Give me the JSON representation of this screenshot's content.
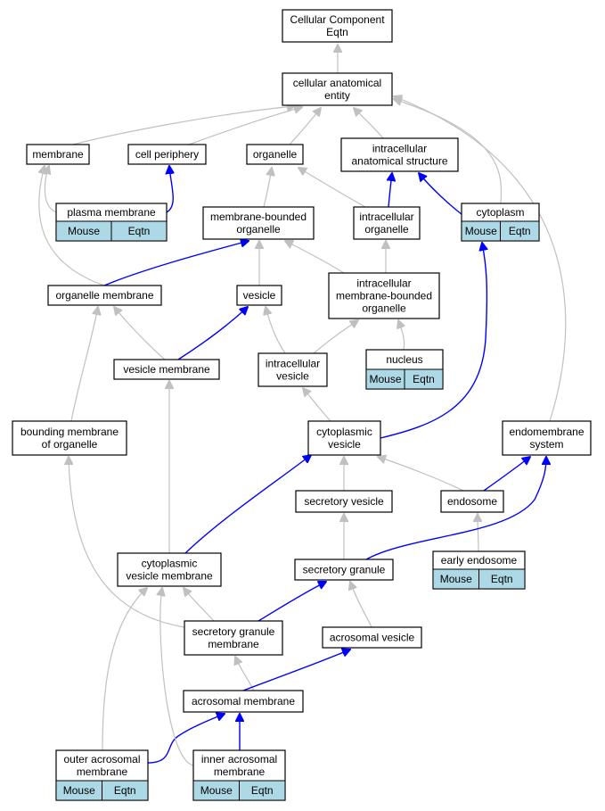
{
  "diagram": {
    "nodes": {
      "root": {
        "lines": [
          "Cellular Component",
          "Eqtn"
        ]
      },
      "cae": {
        "lines": [
          "cellular anatomical",
          "entity"
        ]
      },
      "membrane": {
        "lines": [
          "membrane"
        ]
      },
      "cell_periphery": {
        "lines": [
          "cell periphery"
        ]
      },
      "organelle": {
        "lines": [
          "organelle"
        ]
      },
      "ias": {
        "lines": [
          "intracellular",
          "anatomical structure"
        ]
      },
      "plasma_membrane": {
        "lines": [
          "plasma membrane"
        ],
        "links": [
          "Mouse",
          "Eqtn"
        ]
      },
      "mbo": {
        "lines": [
          "membrane-bounded",
          "organelle"
        ]
      },
      "io": {
        "lines": [
          "intracellular",
          "organelle"
        ]
      },
      "cytoplasm": {
        "lines": [
          "cytoplasm"
        ],
        "links": [
          "Mouse",
          "Eqtn"
        ]
      },
      "organelle_membrane": {
        "lines": [
          "organelle membrane"
        ]
      },
      "vesicle": {
        "lines": [
          "vesicle"
        ]
      },
      "imbo": {
        "lines": [
          "intracellular",
          "membrane-bounded",
          "organelle"
        ]
      },
      "vesicle_membrane": {
        "lines": [
          "vesicle membrane"
        ]
      },
      "iv": {
        "lines": [
          "intracellular",
          "vesicle"
        ]
      },
      "nucleus": {
        "lines": [
          "nucleus"
        ],
        "links": [
          "Mouse",
          "Eqtn"
        ]
      },
      "bmo": {
        "lines": [
          "bounding membrane",
          "of organelle"
        ]
      },
      "cv": {
        "lines": [
          "cytoplasmic",
          "vesicle"
        ]
      },
      "es": {
        "lines": [
          "endomembrane",
          "system"
        ]
      },
      "sv": {
        "lines": [
          "secretory vesicle"
        ]
      },
      "endosome": {
        "lines": [
          "endosome"
        ]
      },
      "cvm": {
        "lines": [
          "cytoplasmic",
          "vesicle membrane"
        ]
      },
      "sg": {
        "lines": [
          "secretory granule"
        ]
      },
      "ee": {
        "lines": [
          "early endosome"
        ],
        "links": [
          "Mouse",
          "Eqtn"
        ]
      },
      "sgm": {
        "lines": [
          "secretory granule",
          "membrane"
        ]
      },
      "av": {
        "lines": [
          "acrosomal vesicle"
        ]
      },
      "am": {
        "lines": [
          "acrosomal membrane"
        ]
      },
      "oam": {
        "lines": [
          "outer acrosomal",
          "membrane"
        ],
        "links": [
          "Mouse",
          "Eqtn"
        ]
      },
      "iam": {
        "lines": [
          "inner acrosomal",
          "membrane"
        ],
        "links": [
          "Mouse",
          "Eqtn"
        ]
      }
    },
    "edges": [
      {
        "from": "cae",
        "to": "root",
        "kind": "is_a"
      },
      {
        "from": "membrane",
        "to": "cae",
        "kind": "is_a"
      },
      {
        "from": "cell_periphery",
        "to": "cae",
        "kind": "is_a"
      },
      {
        "from": "organelle",
        "to": "cae",
        "kind": "is_a"
      },
      {
        "from": "ias",
        "to": "cae",
        "kind": "is_a"
      },
      {
        "from": "cytoplasm",
        "to": "cae",
        "kind": "is_a"
      },
      {
        "from": "es",
        "to": "cae",
        "kind": "is_a"
      },
      {
        "from": "plasma_membrane",
        "to": "membrane",
        "kind": "is_a"
      },
      {
        "from": "plasma_membrane",
        "to": "cell_periphery",
        "kind": "part_of"
      },
      {
        "from": "mbo",
        "to": "organelle",
        "kind": "is_a"
      },
      {
        "from": "io",
        "to": "organelle",
        "kind": "is_a"
      },
      {
        "from": "io",
        "to": "ias",
        "kind": "part_of"
      },
      {
        "from": "cytoplasm",
        "to": "ias",
        "kind": "part_of"
      },
      {
        "from": "organelle_membrane",
        "to": "membrane",
        "kind": "is_a"
      },
      {
        "from": "organelle_membrane",
        "to": "mbo",
        "kind": "part_of"
      },
      {
        "from": "vesicle",
        "to": "mbo",
        "kind": "is_a"
      },
      {
        "from": "imbo",
        "to": "mbo",
        "kind": "is_a"
      },
      {
        "from": "imbo",
        "to": "io",
        "kind": "is_a"
      },
      {
        "from": "vesicle_membrane",
        "to": "organelle_membrane",
        "kind": "is_a"
      },
      {
        "from": "vesicle_membrane",
        "to": "vesicle",
        "kind": "part_of"
      },
      {
        "from": "iv",
        "to": "vesicle",
        "kind": "is_a"
      },
      {
        "from": "iv",
        "to": "imbo",
        "kind": "is_a"
      },
      {
        "from": "nucleus",
        "to": "imbo",
        "kind": "is_a"
      },
      {
        "from": "bmo",
        "to": "organelle_membrane",
        "kind": "is_a"
      },
      {
        "from": "cv",
        "to": "iv",
        "kind": "is_a"
      },
      {
        "from": "cv",
        "to": "cytoplasm",
        "kind": "part_of"
      },
      {
        "from": "sv",
        "to": "cv",
        "kind": "is_a"
      },
      {
        "from": "endosome",
        "to": "cv",
        "kind": "is_a"
      },
      {
        "from": "endosome",
        "to": "es",
        "kind": "part_of"
      },
      {
        "from": "cvm",
        "to": "vesicle_membrane",
        "kind": "is_a"
      },
      {
        "from": "cvm",
        "to": "cv",
        "kind": "part_of"
      },
      {
        "from": "sg",
        "to": "sv",
        "kind": "is_a"
      },
      {
        "from": "ee",
        "to": "endosome",
        "kind": "is_a"
      },
      {
        "from": "sg",
        "to": "es",
        "kind": "part_of"
      },
      {
        "from": "sgm",
        "to": "bmo",
        "kind": "is_a"
      },
      {
        "from": "sgm",
        "to": "cvm",
        "kind": "is_a"
      },
      {
        "from": "sgm",
        "to": "sg",
        "kind": "part_of"
      },
      {
        "from": "av",
        "to": "sg",
        "kind": "is_a"
      },
      {
        "from": "am",
        "to": "sgm",
        "kind": "is_a"
      },
      {
        "from": "am",
        "to": "av",
        "kind": "part_of"
      },
      {
        "from": "oam",
        "to": "am",
        "kind": "part_of"
      },
      {
        "from": "oam",
        "to": "cvm",
        "kind": "is_a"
      },
      {
        "from": "iam",
        "to": "am",
        "kind": "part_of"
      },
      {
        "from": "iam",
        "to": "cvm",
        "kind": "is_a"
      }
    ],
    "colors": {
      "is_a_edge": "#c0c0c0",
      "part_of_edge": "#0000ff",
      "link_cell": "#add8e6",
      "node_border": "#000000",
      "node_fill": "#ffffff"
    }
  }
}
